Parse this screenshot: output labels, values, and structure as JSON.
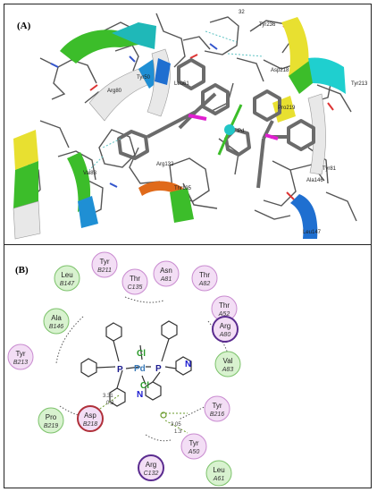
{
  "panels": {
    "a_label": "(A)",
    "b_label": "(B)"
  },
  "panel_a": {
    "labels": {
      "tyr236": "Tyr236",
      "asp218": "Asp218",
      "tyr213": "Tyr213",
      "pro219": "Pro219",
      "arg80": "Arg80",
      "tyr50": "Tyr50",
      "leu61": "Leu61",
      "pd": "Pd",
      "arg132": "Arg132",
      "thr135": "Thr135",
      "val83": "Val83",
      "tyr81": "Tyr81",
      "ala146": "Ala146",
      "leu147": "Leu147",
      "c32": "32"
    }
  },
  "panel_b": {
    "residues": [
      {
        "name": "Leu",
        "id": "B147",
        "type": "vdw"
      },
      {
        "name": "Tyr",
        "id": "B211",
        "type": "pi"
      },
      {
        "name": "Thr",
        "id": "C135",
        "type": "pi"
      },
      {
        "name": "Asn",
        "id": "A81",
        "type": "pi"
      },
      {
        "name": "Thr",
        "id": "A82",
        "type": "pi"
      },
      {
        "name": "Ala",
        "id": "B146",
        "type": "vdw"
      },
      {
        "name": "Thr",
        "id": "A52",
        "type": "pi"
      },
      {
        "name": "Arg",
        "id": "A80",
        "type": "charged"
      },
      {
        "name": "Tyr",
        "id": "B213",
        "type": "pi"
      },
      {
        "name": "Val",
        "id": "A83",
        "type": "vdw"
      },
      {
        "name": "Pro",
        "id": "B219",
        "type": "vdw"
      },
      {
        "name": "Asp",
        "id": "B218",
        "type": "acidic"
      },
      {
        "name": "Tyr",
        "id": "B216",
        "type": "pi"
      },
      {
        "name": "Tyr",
        "id": "A50",
        "type": "pi"
      },
      {
        "name": "Arg",
        "id": "C132",
        "type": "charged"
      },
      {
        "name": "Leu",
        "id": "A61",
        "type": "vdw"
      }
    ],
    "atoms": {
      "pd": "Pd",
      "cl1": "Cl",
      "cl2": "Cl",
      "p1": "P",
      "p2": "P",
      "n1": "N",
      "n2": "N"
    },
    "distances": {
      "d1": "3.31",
      "d2": "0.3",
      "d3": "3.05",
      "d4": "1.3"
    },
    "colors": {
      "vdw_fill": "#d8f2cf",
      "vdw_stroke": "#7cc26b",
      "pi_fill": "#f3def5",
      "pi_stroke": "#c98bd0",
      "charged_fill": "#f3def5",
      "charged_stroke": "#5a2b8f",
      "acidic_fill": "#f3def5",
      "acidic_stroke": "#b0303a",
      "cl": "#2a9a2a",
      "pd": "#3a7ab8",
      "p": "#1b1b8f",
      "n": "#1b1bd0"
    }
  }
}
